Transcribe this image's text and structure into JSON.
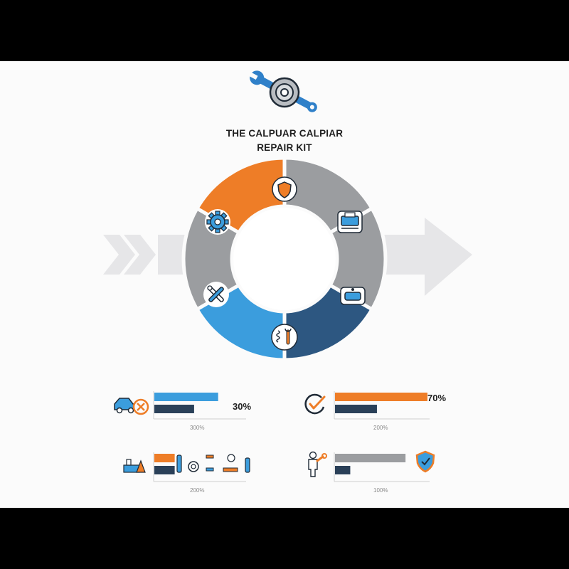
{
  "title_line1": "THE CALPUAR CALPIAR",
  "title_line2": "REPAIR KIT",
  "colors": {
    "blue": "#3b9ddd",
    "orange": "#ee7d27",
    "gray": "#9b9da0",
    "navy": "#2d5781",
    "arrow": "#e6e6e8",
    "dark_bar": "#2a4058"
  },
  "ring_segments": [
    {
      "name": "shield",
      "icon": "shield-icon",
      "color": "#9b9da0"
    },
    {
      "name": "caliper",
      "icon": "brake-caliper-icon",
      "color": "#ee7d27"
    },
    {
      "name": "brake-pad",
      "icon": "brake-pad-icon",
      "color": "#9b9da0"
    },
    {
      "name": "spring-wrench",
      "icon": "spring-wrench-icon",
      "color": "#9b9da0"
    },
    {
      "name": "tools",
      "icon": "tools-icon",
      "color": "#2d5781"
    },
    {
      "name": "gear",
      "icon": "gear-icon",
      "color": "#3b9ddd"
    }
  ],
  "panels": [
    {
      "icon": "car-cancel-icon",
      "percent_label": "30%",
      "axis_label": "300%",
      "bars": [
        {
          "value": 0.69,
          "color": "#3b9ddd"
        },
        {
          "value": 0.43,
          "color": "#2a4058"
        }
      ]
    },
    {
      "icon": "check-circle-icon",
      "percent_label": "70%",
      "axis_label": "200%",
      "bars": [
        {
          "value": 0.97,
          "color": "#ee7d27"
        },
        {
          "value": 0.44,
          "color": "#2a4058"
        }
      ]
    },
    {
      "icon": "parts-icon",
      "percent_label": "",
      "axis_label": "200%",
      "bars": [
        {
          "value": 0.22,
          "color": "#ee7d27"
        },
        {
          "value": 0.22,
          "color": "#2a4058"
        }
      ]
    },
    {
      "icon": "mechanic-icon",
      "percent_label": "",
      "axis_label": "100%",
      "bars": [
        {
          "value": 0.74,
          "color": "#9b9da0"
        },
        {
          "value": 0.16,
          "color": "#2a4058"
        }
      ]
    }
  ]
}
